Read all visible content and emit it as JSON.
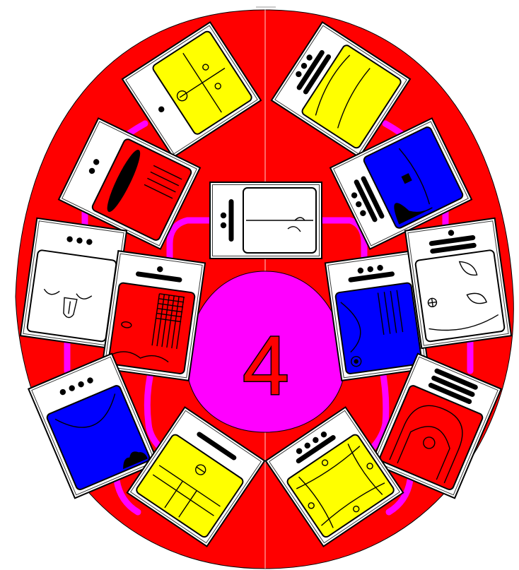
{
  "center": {
    "number": "4"
  },
  "colors": {
    "background": "#ffffff",
    "board": "#ff0000",
    "path": "#ff00ff",
    "center": "#ff00ff",
    "frame": "#000000",
    "paper": "#ffffff",
    "yellow": "#ffff00",
    "blue": "#0000ff",
    "red": "#ff0000"
  },
  "glyphs": [
    {
      "name": "glyph-yellow-top-left",
      "color": "yellow",
      "coefficient": 1,
      "icon": "yellow-face-icon"
    },
    {
      "name": "glyph-yellow-top-right",
      "color": "yellow",
      "coefficient": 13,
      "icon": "yellow-hand-icon"
    },
    {
      "name": "glyph-red-upper-left",
      "color": "red",
      "coefficient": 2,
      "icon": "red-mouth-icon"
    },
    {
      "name": "glyph-blue-upper-right",
      "color": "blue",
      "coefficient": 13,
      "icon": "blue-face-icon"
    },
    {
      "name": "glyph-white-center",
      "color": "white",
      "coefficient": 7,
      "icon": "white-wind-icon"
    },
    {
      "name": "glyph-white-left",
      "color": "white",
      "coefficient": 3,
      "icon": "white-face-icon"
    },
    {
      "name": "glyph-red-inner-left",
      "color": "red",
      "coefficient": 6,
      "icon": "red-grid-icon"
    },
    {
      "name": "glyph-blue-inner-right",
      "color": "blue",
      "coefficient": 8,
      "icon": "blue-hand-icon"
    },
    {
      "name": "glyph-white-right",
      "color": "white",
      "coefficient": 11,
      "icon": "white-flower-icon"
    },
    {
      "name": "glyph-blue-lower-left",
      "color": "blue",
      "coefficient": 4,
      "icon": "blue-earth-icon"
    },
    {
      "name": "glyph-red-lower-right",
      "color": "red",
      "coefficient": 15,
      "icon": "red-house-icon"
    },
    {
      "name": "glyph-yellow-bottom-left",
      "color": "yellow",
      "coefficient": 5,
      "icon": "yellow-seed-icon"
    },
    {
      "name": "glyph-yellow-bottom-right",
      "color": "yellow",
      "coefficient": 9,
      "icon": "yellow-sun-icon"
    }
  ]
}
